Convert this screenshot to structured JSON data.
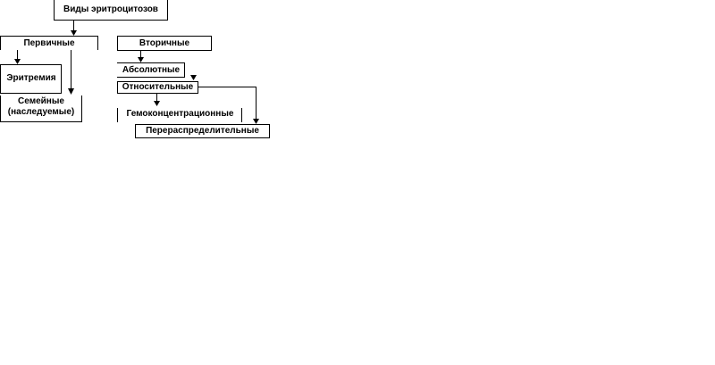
{
  "diagram": {
    "nodes": {
      "root": {
        "label": "Виды эритроцитозов"
      },
      "primary": {
        "label": "Первичные"
      },
      "secondary": {
        "label": "Вторичные"
      },
      "erythremia": {
        "label": "Эритремия"
      },
      "familial": {
        "line1": "Семейные",
        "line2": "(наследуемые)"
      },
      "absolute": {
        "label": "Абсолютные"
      },
      "relative": {
        "label": "Относительные"
      },
      "hemoconcentration": {
        "label": "Гемоконцентрационные"
      },
      "redistribution": {
        "label": "Перераспределительные"
      }
    }
  }
}
